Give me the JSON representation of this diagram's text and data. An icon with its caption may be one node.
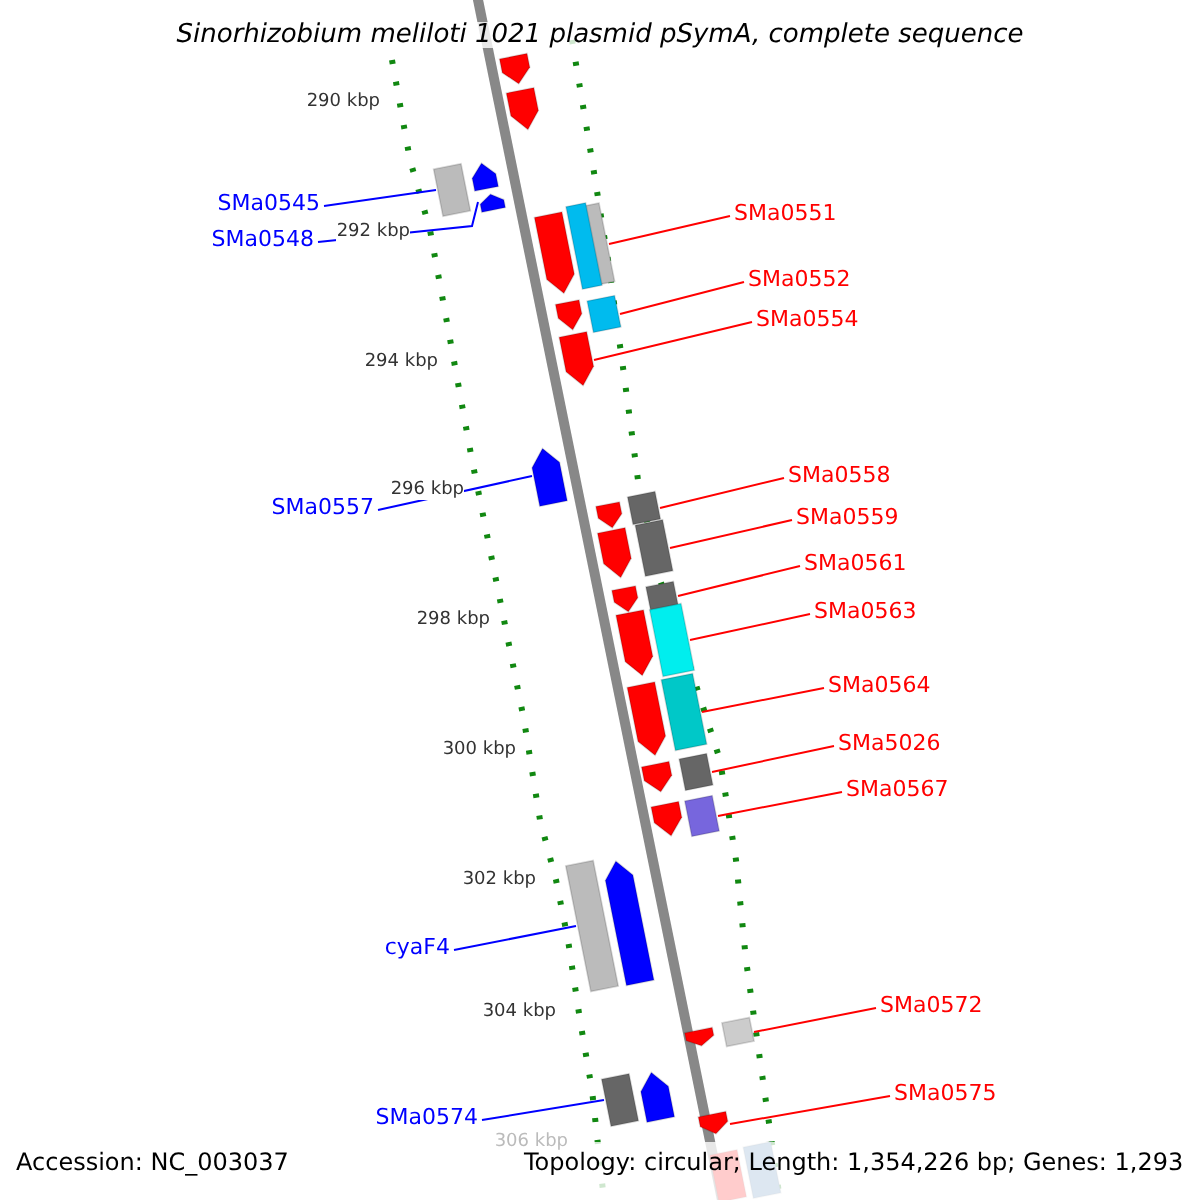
{
  "diagram": {
    "title": "Sinorhizobium meliloti 1021 plasmid pSymA, complete sequence",
    "nodes": [
      {
        "text": [
          "SMa0545"
        ]
      },
      {
        "text": [],
        "shape": "box"
      },
      {
        "text": [
          "SMa0548"
        ]
      },
      {
        "text": [],
        "shape": "pentagon"
      },
      {
        "text": [
          "SMa0551"
        ]
      },
      {
        "text": [],
        "shape": "box"
      },
      {
        "text": [
          "SMa0552"
        ]
      },
      {
        "text": [],
        "shape": "box"
      },
      {
        "text": [
          "SMa0554"
        ]
      },
      {
        "text": [],
        "shape": "pentagon"
      },
      {
        "text": [
          "SMa0557"
        ]
      },
      {
        "text": [],
        "shape": "pentagon"
      },
      {
        "text": [
          "SMa0558"
        ]
      },
      {
        "text": [],
        "shape": "box"
      },
      {
        "text": [
          "SMa0559"
        ]
      },
      {
        "text": [],
        "shape": "box"
      },
      {
        "text": [
          "SMa0561"
        ]
      },
      {
        "text": [],
        "shape": "box"
      },
      {
        "text": [
          "SMa0563"
        ]
      },
      {
        "text": [],
        "shape": "box"
      },
      {
        "text": [
          "SMa0564"
        ]
      },
      {
        "text": [],
        "shape": "box"
      },
      {
        "text": [
          "SMa5026"
        ]
      },
      {
        "text": [],
        "shape": "box"
      },
      {
        "text": [
          "SMa0567"
        ]
      },
      {
        "text": [],
        "shape": "box"
      },
      {
        "text": [
          "cyaF4"
        ]
      },
      {
        "text": [],
        "shape": "box"
      },
      {
        "text": [
          "SMa0572"
        ]
      },
      {
        "text": [],
        "shape": "box"
      },
      {
        "text": [
          "SMa0574"
        ]
      },
      {
        "text": [],
        "shape": "box"
      },
      {
        "text": [
          "SMa0575"
        ]
      },
      {
        "text": [],
        "shape": "pentagon"
      },
      {
        "text": [],
        "shape": "pentagon"
      },
      {
        "text": [],
        "shape": "pentagon"
      },
      {
        "text": [],
        "shape": "pentagon"
      },
      {
        "text": [],
        "shape": "box"
      },
      {
        "text": [],
        "shape": "pentagon"
      },
      {
        "text": [],
        "shape": "pentagon"
      },
      {
        "text": [],
        "shape": "pentagon"
      },
      {
        "text": [],
        "shape": "pentagon"
      },
      {
        "text": [],
        "shape": "pentagon"
      },
      {
        "text": [],
        "shape": "pentagon"
      },
      {
        "text": [],
        "shape": "pentagon"
      },
      {
        "text": [],
        "shape": "pentagon"
      },
      {
        "text": [],
        "shape": "pentagon"
      },
      {
        "text": [],
        "shape": "pentagon"
      },
      {
        "text": [],
        "shape": "pentagon"
      },
      {
        "text": [],
        "shape": "pentagon"
      },
      {
        "text": [],
        "shape": "box"
      },
      {
        "text": [],
        "shape": "box"
      }
    ],
    "edges": [
      {
        "from": 0,
        "to": 1,
        "arrow": "none",
        "color": "#0000ff"
      },
      {
        "from": 2,
        "to": 3,
        "arrow": "none",
        "color": "#0000ff"
      },
      {
        "from": 4,
        "to": 5,
        "arrow": "none"
      },
      {
        "from": 6,
        "to": 7,
        "arrow": "none"
      },
      {
        "from": 8,
        "to": 9,
        "arrow": "none"
      },
      {
        "from": 10,
        "to": 11,
        "arrow": "none",
        "color": "#0000ff"
      },
      {
        "from": 12,
        "to": 13,
        "arrow": "none"
      },
      {
        "from": 14,
        "to": 15,
        "arrow": "none"
      },
      {
        "from": 16,
        "to": 17,
        "arrow": "none"
      },
      {
        "from": 18,
        "to": 19,
        "arrow": "none"
      },
      {
        "from": 20,
        "to": 21,
        "arrow": "none"
      },
      {
        "from": 22,
        "to": 23,
        "arrow": "none"
      },
      {
        "from": 24,
        "to": 25,
        "arrow": "none"
      },
      {
        "from": 26,
        "to": 27,
        "arrow": "none",
        "color": "#0000ff"
      },
      {
        "from": 28,
        "to": 29,
        "arrow": "none"
      },
      {
        "from": 30,
        "to": 31,
        "arrow": "none",
        "color": "#0000ff"
      },
      {
        "from": 32,
        "to": 33,
        "arrow": "none"
      }
    ],
    "labels": [
      "290 kbp",
      "292 kbp",
      "294 kbp",
      "296 kbp",
      "298 kbp",
      "300 kbp",
      "302 kbp",
      "304 kbp",
      "306 kbp",
      "Accession: NC_003037",
      "Topology: circular; Length: 1,354,226 bp; Genes: 1,293"
    ]
  }
}
